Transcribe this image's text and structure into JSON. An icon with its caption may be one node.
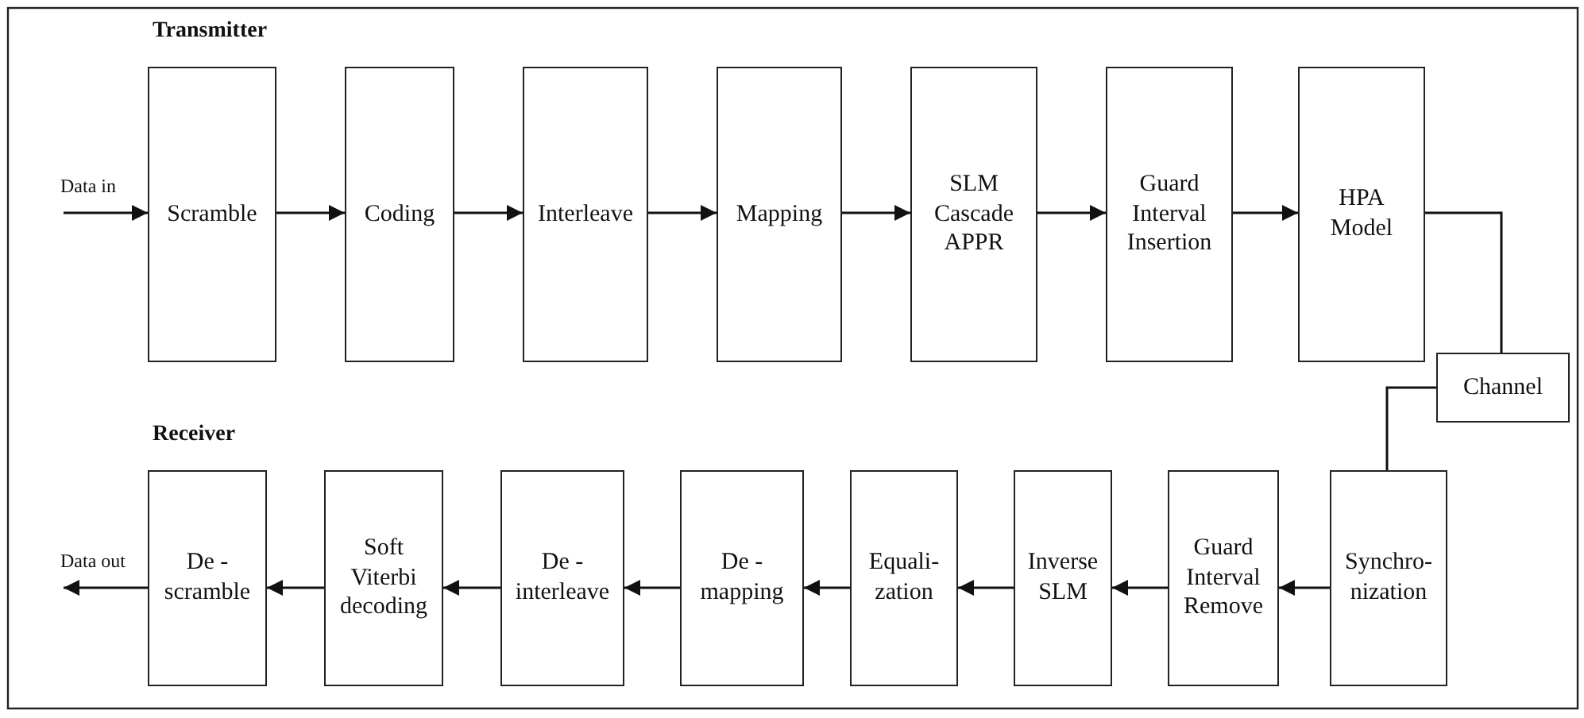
{
  "diagram": {
    "nodes": [
      {
        "text": [
          "Scramble"
        ]
      },
      {
        "text": [
          "Coding"
        ]
      },
      {
        "text": [
          "Interleave"
        ]
      },
      {
        "text": [
          "Mapping"
        ]
      },
      {
        "text": [
          "SLM Cascade APPR"
        ]
      },
      {
        "text": [
          "Guard Interval Insertion"
        ]
      },
      {
        "text": [
          "HPA Model"
        ]
      },
      {
        "text": [
          "Channel"
        ]
      },
      {
        "text": [
          "Synchro- nization"
        ]
      },
      {
        "text": [
          "Guard Interval Remove"
        ]
      },
      {
        "text": [
          "Inverse SLM"
        ]
      },
      {
        "text": [
          "Equali- zation"
        ]
      },
      {
        "text": [
          "De - mapping"
        ]
      },
      {
        "text": [
          "De - interleave"
        ]
      },
      {
        "text": [
          "Soft Viterbi decoding"
        ]
      },
      {
        "text": [
          "De - scramble"
        ]
      }
    ],
    "edges": [
      {
        "from": null,
        "to": 0,
        "arrow": "to",
        "label": "Data in"
      },
      {
        "from": 0,
        "to": 1,
        "arrow": "to"
      },
      {
        "from": 1,
        "to": 2,
        "arrow": "to"
      },
      {
        "from": 2,
        "to": 3,
        "arrow": "to"
      },
      {
        "from": 3,
        "to": 4,
        "arrow": "to"
      },
      {
        "from": 4,
        "to": 5,
        "arrow": "to"
      },
      {
        "from": 5,
        "to": 6,
        "arrow": "to"
      },
      {
        "from": 6,
        "to": 7,
        "arrow": "none"
      },
      {
        "from": 7,
        "to": 8,
        "arrow": "none"
      },
      {
        "from": 8,
        "to": 9,
        "arrow": "to"
      },
      {
        "from": 9,
        "to": 10,
        "arrow": "to"
      },
      {
        "from": 10,
        "to": 11,
        "arrow": "to"
      },
      {
        "from": 11,
        "to": 12,
        "arrow": "to"
      },
      {
        "from": 12,
        "to": 13,
        "arrow": "to"
      },
      {
        "from": 13,
        "to": 14,
        "arrow": "to"
      },
      {
        "from": 14,
        "to": 15,
        "arrow": "to"
      },
      {
        "from": 15,
        "to": null,
        "arrow": "to",
        "label": "Data out"
      }
    ],
    "labels": [
      "Transmitter",
      "Receiver"
    ]
  }
}
